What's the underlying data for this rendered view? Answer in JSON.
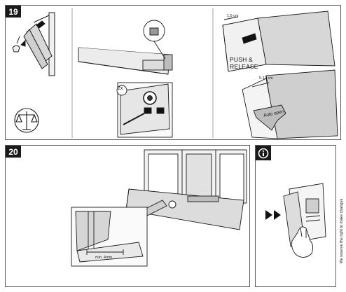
{
  "steps": [
    {
      "number": "19"
    },
    {
      "number": "20"
    }
  ],
  "step19": {
    "push_release_label": "PUSH &\nRELEASE",
    "gap_dimension": "1,5 cm",
    "open_dimension": "5-10 cm",
    "door_label": "Auto open",
    "screw_count": "2x"
  },
  "step20": {
    "dimension_label": "min. 4mm"
  },
  "info": {
    "icon": "info-icon",
    "page_icons": "fast-forward-icon"
  },
  "side_note": "We reserve the right to make changes",
  "colors": {
    "line": "#1a1a1a",
    "panel_fill": "#e4e4e4",
    "shadow": "#bdbdbd"
  }
}
